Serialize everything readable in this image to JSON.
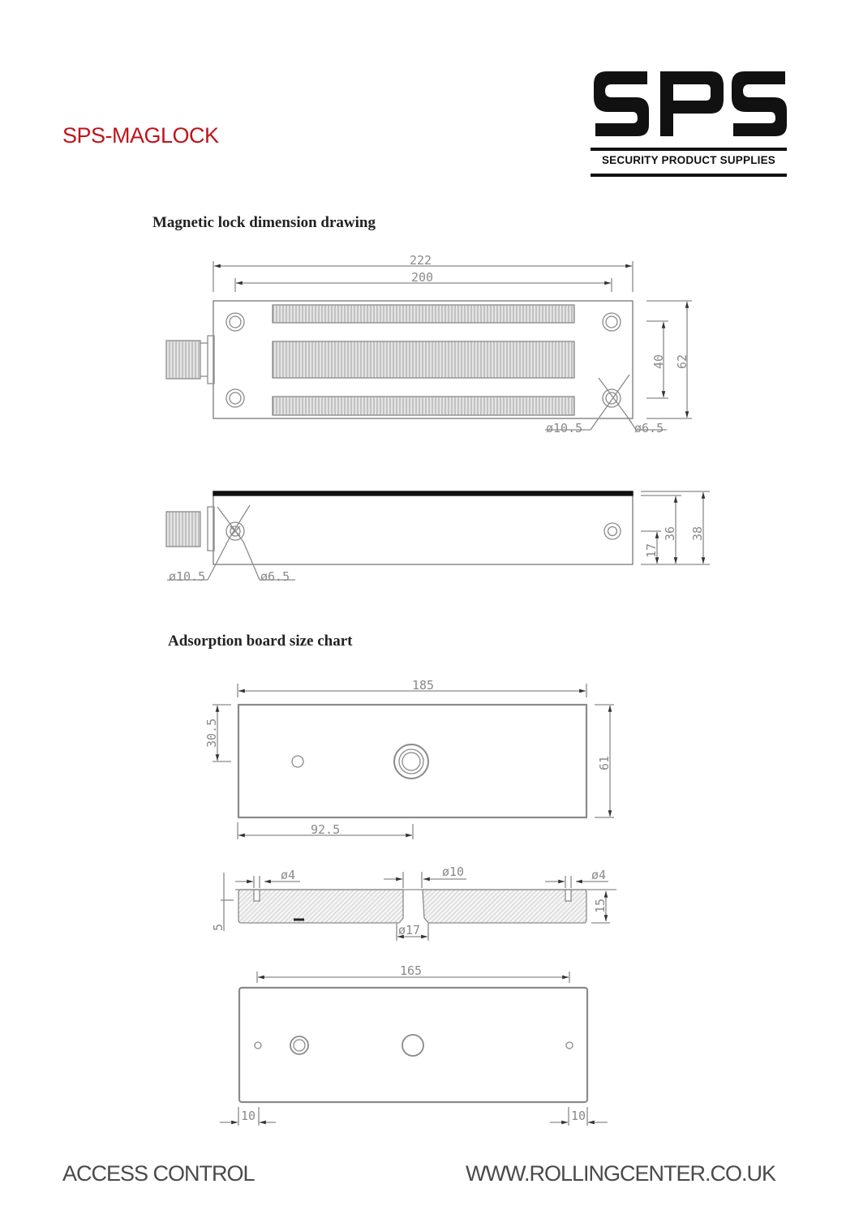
{
  "header": {
    "product_title": "SPS-MAGLOCK",
    "logo": {
      "wordmark": "SPS",
      "tagline": "SECURITY PRODUCT SUPPLIES"
    }
  },
  "sections": [
    {
      "heading": "Magnetic lock dimension drawing",
      "top_view": {
        "dimensions": {
          "overall_length": "222",
          "hole_spacing": "200",
          "height_inner": "40",
          "height_overall": "62",
          "hole_outer_dia": "ø10.5",
          "hole_inner_dia": "ø6.5"
        }
      },
      "side_view": {
        "dimensions": {
          "hole_outer_dia": "ø10.5",
          "hole_inner_dia": "ø6.5",
          "hole_height": "17",
          "body_height": "36",
          "overall_height": "38"
        }
      }
    },
    {
      "heading": "Adsorption board size chart",
      "plate_top": {
        "dimensions": {
          "length": "185",
          "width": "61",
          "center_offset_y": "30.5",
          "center_offset_x": "92.5"
        }
      },
      "plate_section": {
        "dimensions": {
          "left_pin_dia": "ø4",
          "center_bore_dia": "ø10",
          "right_pin_dia": "ø4",
          "pin_depth": "5",
          "thickness": "15",
          "counterbore_dia": "ø17"
        }
      },
      "bracket": {
        "dimensions": {
          "hole_spacing": "165",
          "left_edge_offset": "10",
          "right_edge_offset": "10"
        }
      }
    }
  ],
  "footer": {
    "left_label": "ACCESS CONTROL",
    "right_label": "WWW.ROLLINGCENTER.CO.UK"
  },
  "colors": {
    "title_red": "#c0141c",
    "logo_black": "#111111",
    "drawing_gray": "#8a8a8a",
    "footer_gray": "#4a4a4a"
  }
}
